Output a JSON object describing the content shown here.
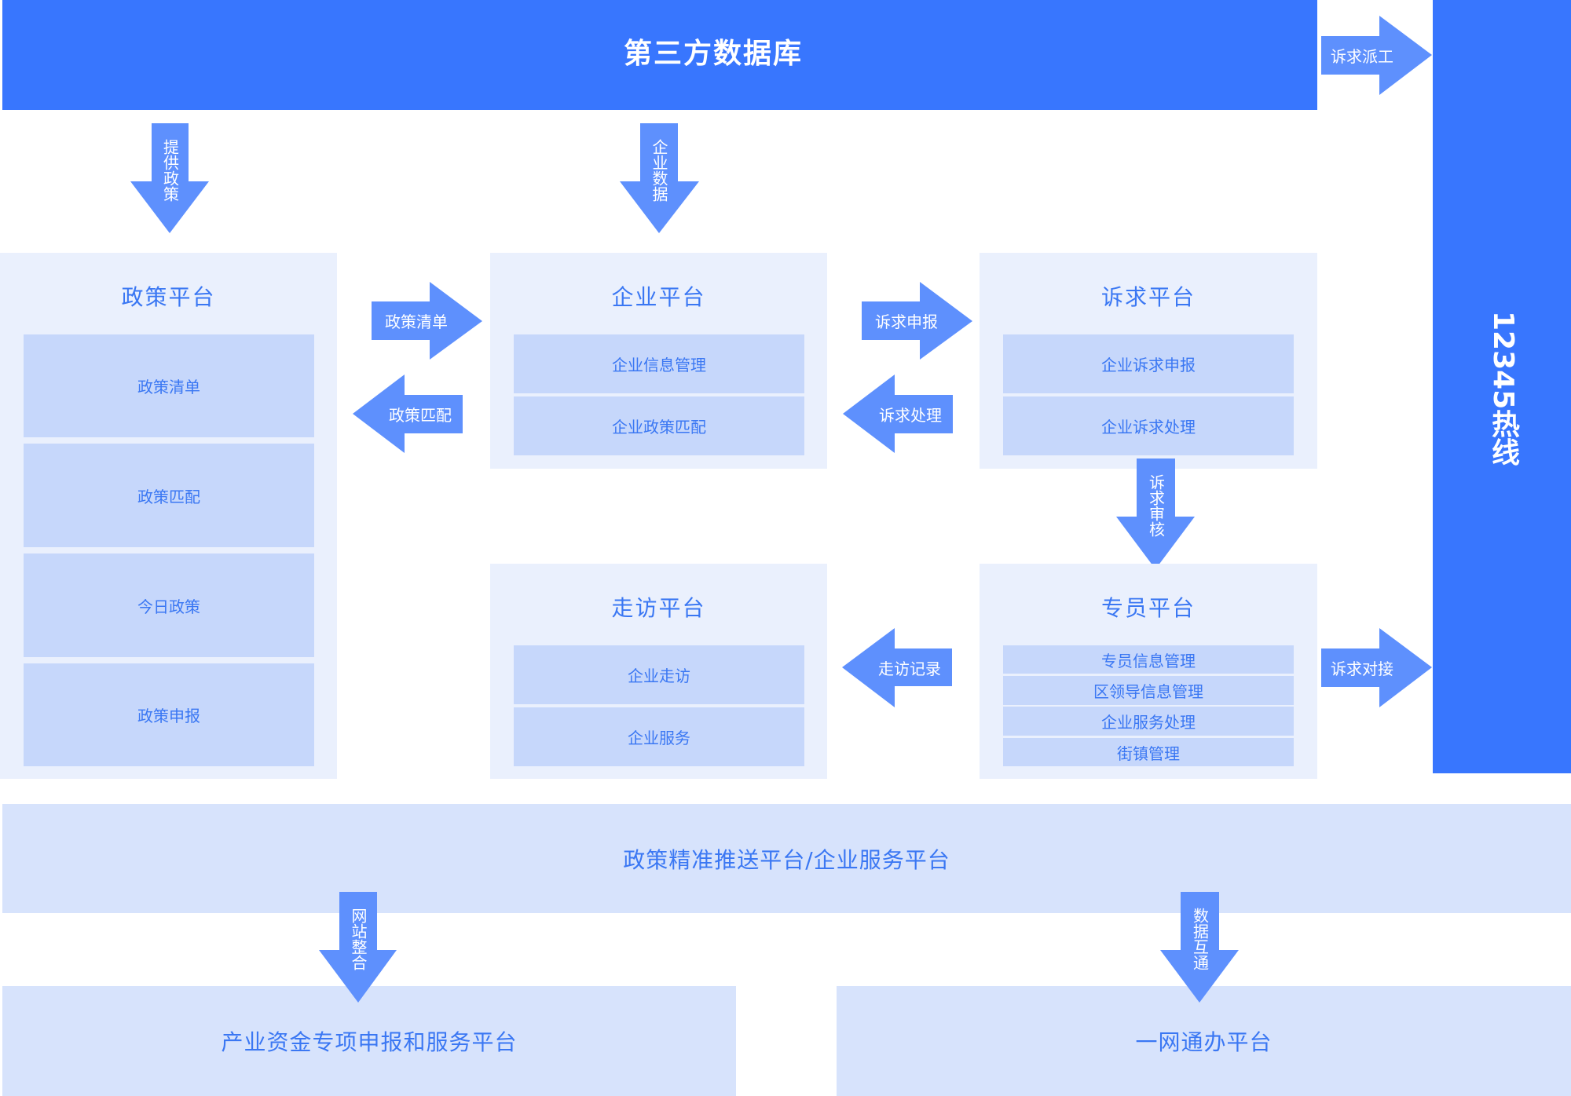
{
  "colors": {
    "primary": "#3876fe",
    "arrow": "#5e90fd",
    "panel_bg": "#eaf0fd",
    "inner_box": "#c6d7fb",
    "wide_bar": "#d7e3fc",
    "text_blue": "#3a77f3",
    "text_white": "#ffffff"
  },
  "top_bar": {
    "title": "第三方数据库"
  },
  "hotline": {
    "title": "12345热线"
  },
  "panels": {
    "policy": {
      "title": "政策平台",
      "items": [
        "政策清单",
        "政策匹配",
        "今日政策",
        "政策申报"
      ]
    },
    "enterprise": {
      "title": "企业平台",
      "items": [
        "企业信息管理",
        "企业政策匹配"
      ]
    },
    "appeal": {
      "title": "诉求平台",
      "items": [
        "企业诉求申报",
        "企业诉求处理"
      ]
    },
    "visit": {
      "title": "走访平台",
      "items": [
        "企业走访",
        "企业服务"
      ]
    },
    "specialist": {
      "title": "专员平台",
      "items": [
        "专员信息管理",
        "区领导信息管理",
        "企业服务处理",
        "街镇管理"
      ]
    }
  },
  "arrows": {
    "provide_policy": "提供政策",
    "enterprise_data": "企业数据",
    "appeal_dispatch": "诉求派工",
    "policy_list": "政策清单",
    "policy_match": "政策匹配",
    "appeal_report": "诉求申报",
    "appeal_handle": "诉求处理",
    "appeal_review": "诉求审核",
    "visit_record": "走访记录",
    "appeal_connect": "诉求对接",
    "website_integration": "网站整合",
    "data_interconnect": "数据互通"
  },
  "bottom": {
    "main_platform": "政策精准推送平台/企业服务平台",
    "industry_fund_platform": "产业资金专项申报和服务平台",
    "one_network_platform": "一网通办平台"
  }
}
